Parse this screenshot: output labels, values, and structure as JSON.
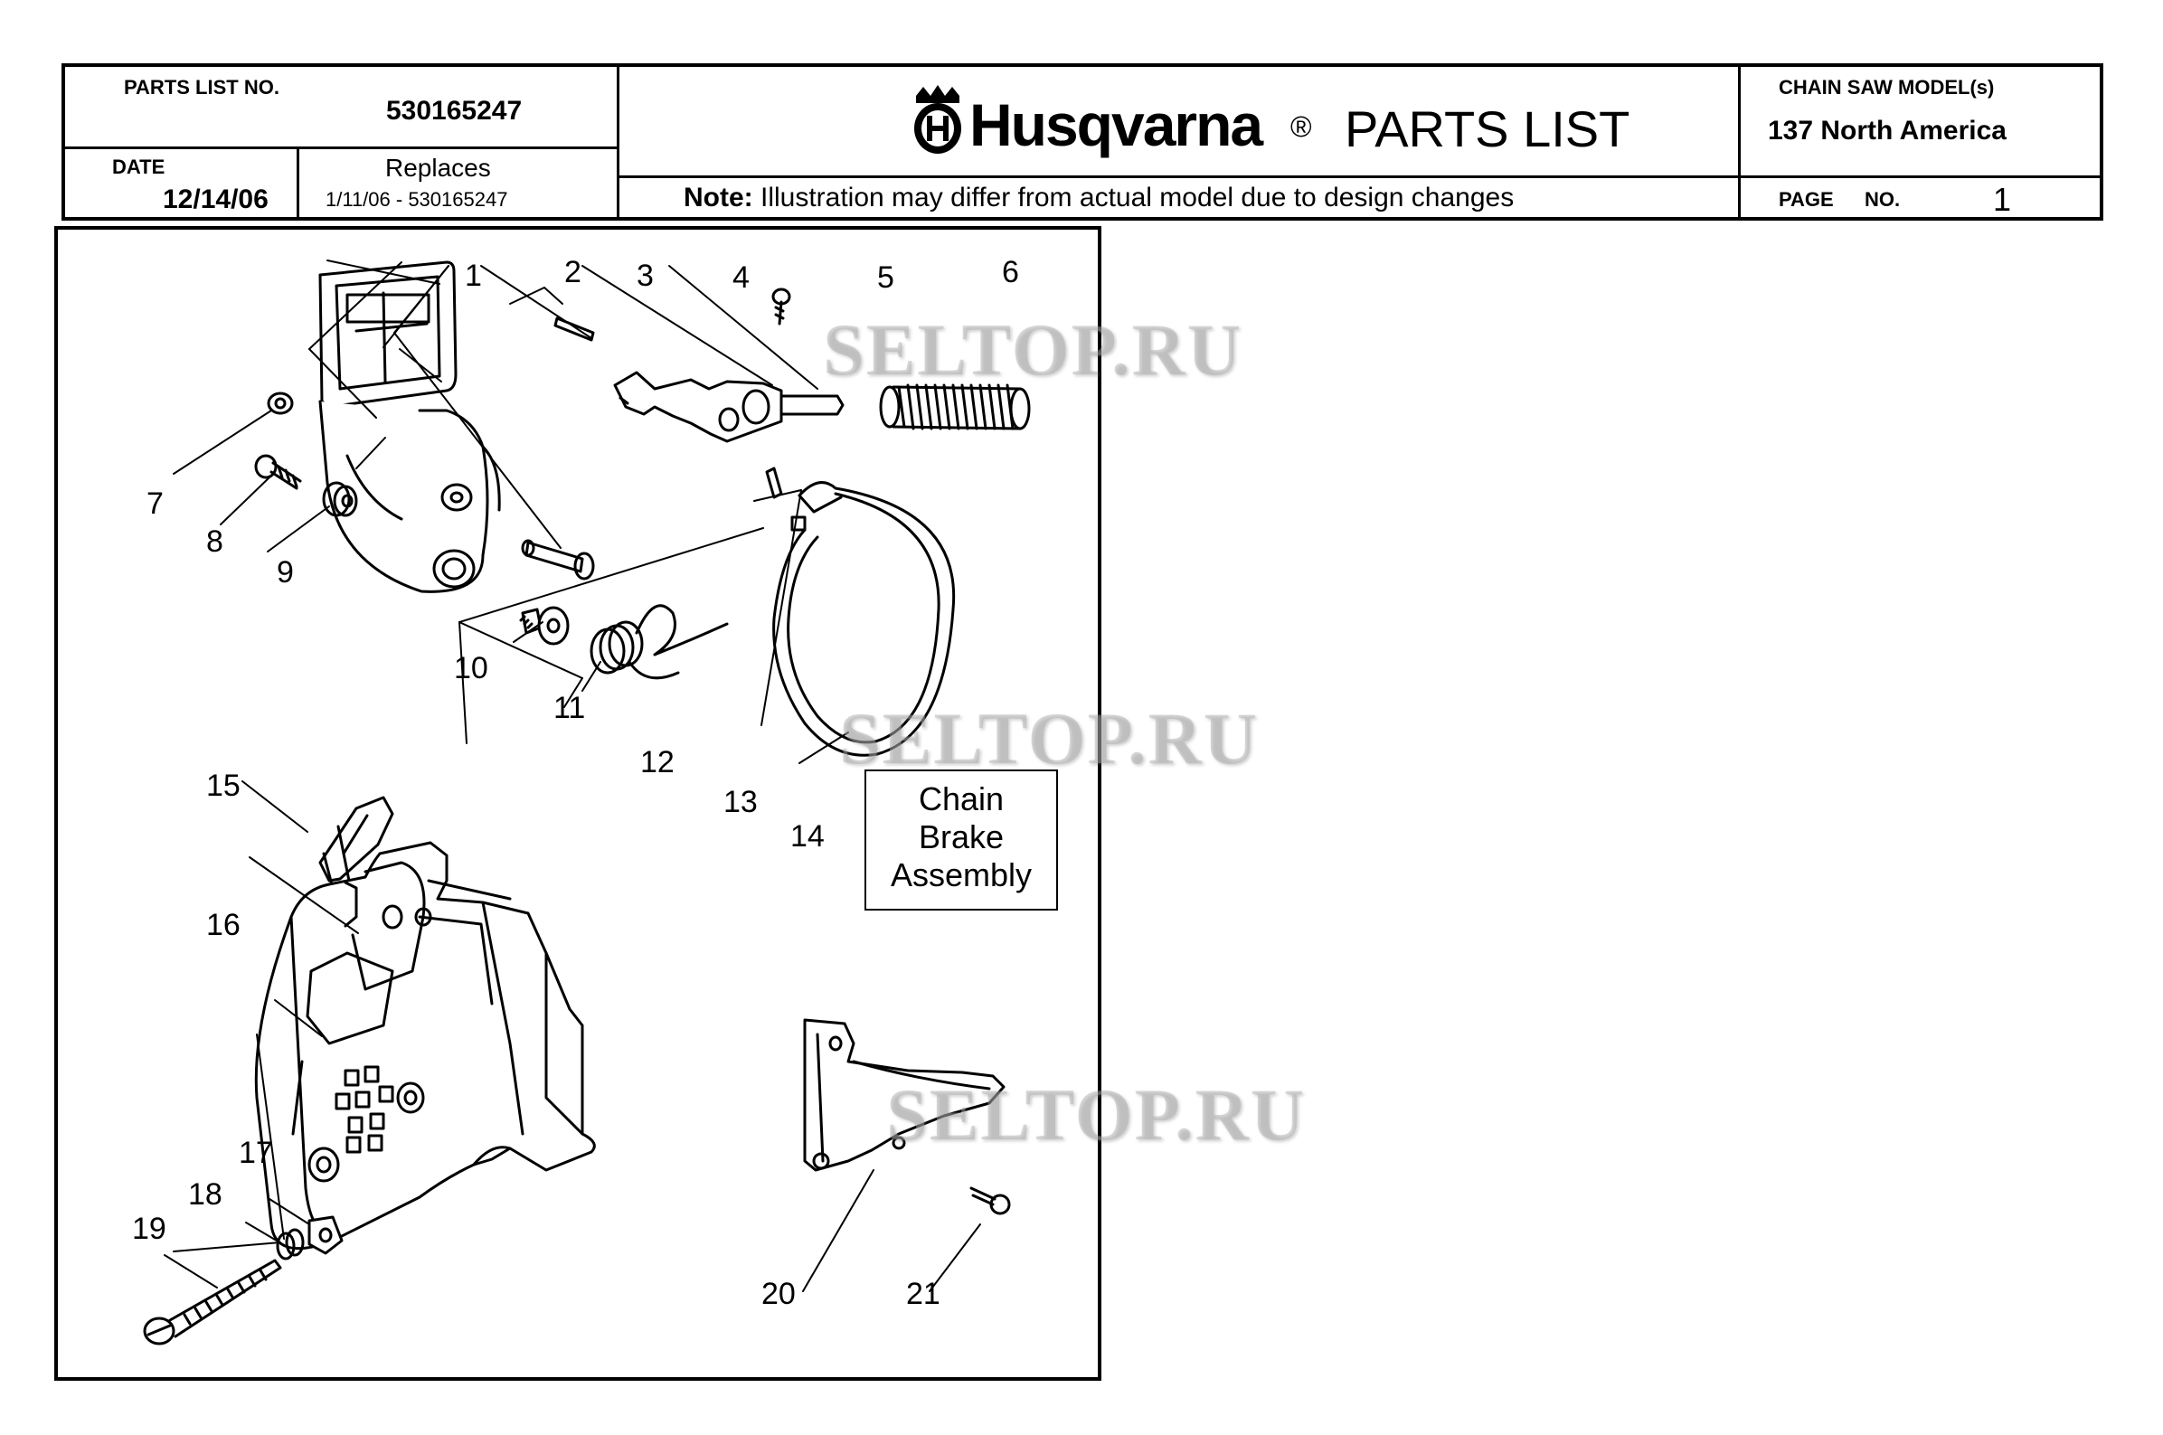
{
  "header": {
    "parts_list_no_label": "PARTS LIST NO.",
    "parts_list_no": "530165247",
    "date_label": "DATE",
    "date": "12/14/06",
    "replaces_label": "Replaces",
    "replaces": "1/11/06 - 530165247",
    "brand": "Husqvarna",
    "registered_mark": "®",
    "title": "PARTS LIST",
    "note_label": "Note:",
    "note_text": " Illustration may differ from actual model due to design changes",
    "model_label": "CHAIN SAW MODEL(s)",
    "model": "137 North America",
    "page_label": "PAGE",
    "page_no_label": "NO.",
    "page_no": "1"
  },
  "diagram": {
    "callouts": [
      "1",
      "2",
      "3",
      "4",
      "5",
      "6",
      "7",
      "8",
      "9",
      "10",
      "11",
      "12",
      "13",
      "14",
      "15",
      "16",
      "17",
      "18",
      "19",
      "20",
      "21"
    ],
    "assembly_label": "Chain\nBrake\nAssembly",
    "watermark": "SELTOP.RU"
  }
}
